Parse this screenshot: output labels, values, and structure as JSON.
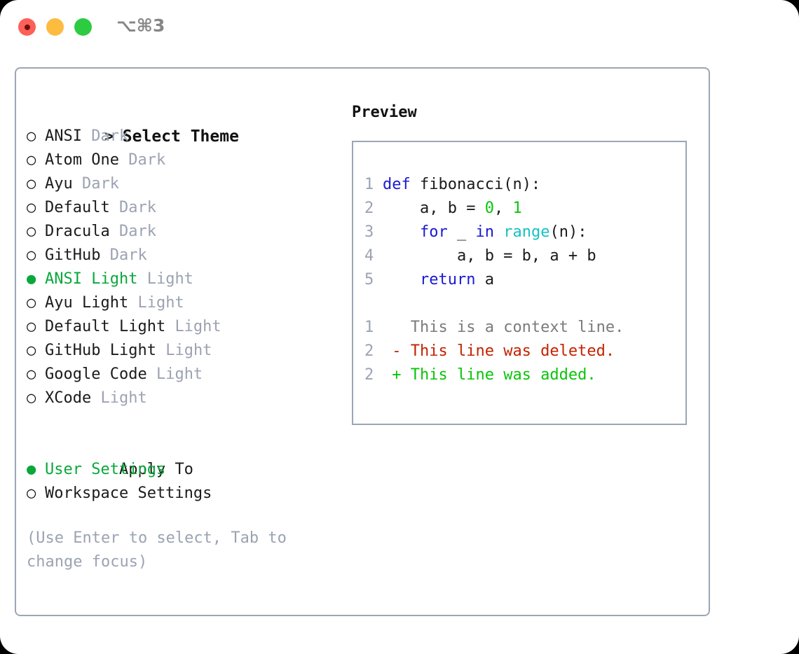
{
  "window": {
    "shortcut_label": "⌥⌘3",
    "traffic_lights": [
      "close-button",
      "minimize-button",
      "maximize-button"
    ]
  },
  "colors": {
    "accent_green": "#09a83a",
    "muted": "#9ba3b2",
    "border": "#9ba6b5",
    "keyword_blue": "#1a1ad2",
    "function_cyan": "#15c2c2",
    "number_green": "#0bc40b",
    "diff_deleted": "#c42200",
    "diff_added": "#09c409",
    "diff_context": "#7b7b7b",
    "text": "#1b1b1b"
  },
  "theme_picker": {
    "header_prefix": ">",
    "header_label": "Select Theme",
    "bullet_unselected": "○",
    "bullet_selected": "●",
    "items": [
      {
        "name": "ANSI",
        "variant": "Dark",
        "selected": false
      },
      {
        "name": "Atom One",
        "variant": "Dark",
        "selected": false
      },
      {
        "name": "Ayu",
        "variant": "Dark",
        "selected": false
      },
      {
        "name": "Default",
        "variant": "Dark",
        "selected": false
      },
      {
        "name": "Dracula",
        "variant": "Dark",
        "selected": false
      },
      {
        "name": "GitHub",
        "variant": "Dark",
        "selected": false
      },
      {
        "name": "ANSI Light",
        "variant": "Light",
        "selected": true
      },
      {
        "name": "Ayu Light",
        "variant": "Light",
        "selected": false
      },
      {
        "name": "Default Light",
        "variant": "Light",
        "selected": false
      },
      {
        "name": "GitHub Light",
        "variant": "Light",
        "selected": false
      },
      {
        "name": "Google Code",
        "variant": "Light",
        "selected": false
      },
      {
        "name": "XCode",
        "variant": "Light",
        "selected": false
      }
    ]
  },
  "apply_to": {
    "heading": "Apply To",
    "options": [
      {
        "label": "User Settings",
        "selected": true
      },
      {
        "label": "Workspace Settings",
        "selected": false
      }
    ]
  },
  "hint": "(Use Enter to select, Tab to change focus)",
  "preview": {
    "title": "Preview",
    "code_lines": [
      {
        "lineno": "1",
        "tokens": [
          {
            "t": "def",
            "c": "kw"
          },
          {
            "t": " fibonacci(n):",
            "c": "plain"
          }
        ]
      },
      {
        "lineno": "2",
        "tokens": [
          {
            "t": "    a, b = ",
            "c": "plain"
          },
          {
            "t": "0",
            "c": "num"
          },
          {
            "t": ", ",
            "c": "plain"
          },
          {
            "t": "1",
            "c": "num"
          }
        ]
      },
      {
        "lineno": "3",
        "tokens": [
          {
            "t": "    ",
            "c": "plain"
          },
          {
            "t": "for",
            "c": "kw"
          },
          {
            "t": " _ ",
            "c": "plain"
          },
          {
            "t": "in",
            "c": "kw"
          },
          {
            "t": " ",
            "c": "plain"
          },
          {
            "t": "range",
            "c": "fn"
          },
          {
            "t": "(n):",
            "c": "plain"
          }
        ]
      },
      {
        "lineno": "4",
        "tokens": [
          {
            "t": "        a, b = b, a + b",
            "c": "plain"
          }
        ]
      },
      {
        "lineno": "5",
        "tokens": [
          {
            "t": "    ",
            "c": "plain"
          },
          {
            "t": "return",
            "c": "kw"
          },
          {
            "t": " a",
            "c": "plain"
          }
        ]
      }
    ],
    "diff_lines": [
      {
        "lineno": "1",
        "marker": " ",
        "text": " This is a context line.",
        "kind": "diff-ctx"
      },
      {
        "lineno": "2",
        "marker": "-",
        "text": " This line was deleted.",
        "kind": "diff-del"
      },
      {
        "lineno": "2",
        "marker": "+",
        "text": " This line was added.",
        "kind": "diff-add"
      }
    ]
  }
}
